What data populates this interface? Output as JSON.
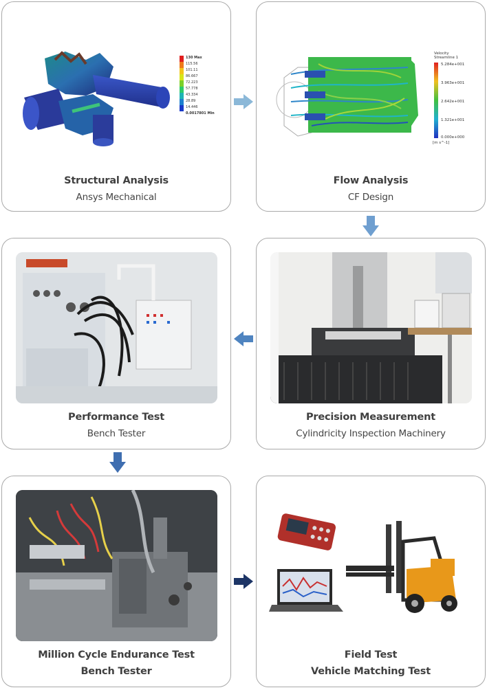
{
  "steps": [
    {
      "title": "Structural Analysis",
      "subtitle": "Ansys Mechanical"
    },
    {
      "title": "Flow Analysis",
      "subtitle": "CF Design"
    },
    {
      "title": "Precision Measurement",
      "subtitle": "Cylindricity Inspection Machinery"
    },
    {
      "title": "Performance Test",
      "subtitle": "Bench Tester"
    },
    {
      "title": "Million Cycle Endurance Test",
      "subtitle": "Bench Tester"
    },
    {
      "title": "Field Test",
      "subtitle": "Vehicle Matching Test"
    }
  ],
  "structural_legend": [
    "130 Max",
    "115.56",
    "101.11",
    "86.667",
    "72.223",
    "57.778",
    "43.334",
    "28.89",
    "14.446",
    "0.0017801 Min"
  ],
  "flow_legend": {
    "title_line1": "Velocity",
    "title_line2": "Streamline 1",
    "values": [
      "5.284e+001",
      "3.963e+001",
      "2.642e+001",
      "1.321e+001",
      "0.000e+000"
    ],
    "unit": "[m s^-1]"
  },
  "colors": {
    "card_border": "#a9a9a9",
    "arrow_light": "#8bb8d8",
    "arrow_mid": "#5b8fc7",
    "arrow_dark": "#1d3566"
  }
}
